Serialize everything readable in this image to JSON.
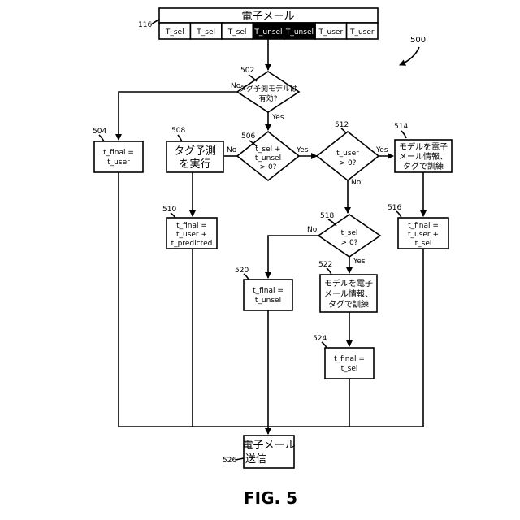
{
  "email_header": {
    "ref": "116",
    "title": "電子メール",
    "tags": [
      {
        "label": "T_sel",
        "dark": false
      },
      {
        "label": "T_sel",
        "dark": false
      },
      {
        "label": "T_sel",
        "dark": false
      },
      {
        "label": "T_unsel",
        "dark": true
      },
      {
        "label": "T_unsel",
        "dark": true
      },
      {
        "label": "T_user",
        "dark": false
      },
      {
        "label": "T_user",
        "dark": false
      }
    ]
  },
  "figure_ref": "500",
  "nodes": {
    "d502": {
      "ref": "502",
      "lines": [
        "タグ予測モデルは",
        "有効?"
      ]
    },
    "b504": {
      "ref": "504",
      "lines": [
        "t_final =",
        "t_user"
      ]
    },
    "d506": {
      "ref": "506",
      "lines": [
        "t_sel +",
        "t_unsel",
        "> 0?"
      ]
    },
    "b508": {
      "ref": "508",
      "lines": [
        "タグ予測",
        "を実行"
      ]
    },
    "b510": {
      "ref": "510",
      "lines": [
        "t_final =",
        "t_user +",
        "t_predicted"
      ]
    },
    "d512": {
      "ref": "512",
      "lines": [
        "t_user",
        "> 0?"
      ]
    },
    "b514": {
      "ref": "514",
      "lines": [
        "モデルを電子",
        "メール情報、",
        "タグで訓練"
      ]
    },
    "b516": {
      "ref": "516",
      "lines": [
        "t_final =",
        "t_user +",
        "t_sel"
      ]
    },
    "d518": {
      "ref": "518",
      "lines": [
        "t_sel",
        "> 0?"
      ]
    },
    "b520": {
      "ref": "520",
      "lines": [
        "t_final =",
        "t_unsel"
      ]
    },
    "b522": {
      "ref": "522",
      "lines": [
        "モデルを電子",
        "メール情報、",
        "タグで訓練"
      ]
    },
    "b524": {
      "ref": "524",
      "lines": [
        "t_final =",
        "t_sel"
      ]
    },
    "b526": {
      "ref": "526",
      "lines": [
        "電子メール",
        "送信"
      ]
    }
  },
  "edge_labels": {
    "yes": "Yes",
    "no": "No"
  },
  "caption": "FIG. 5"
}
